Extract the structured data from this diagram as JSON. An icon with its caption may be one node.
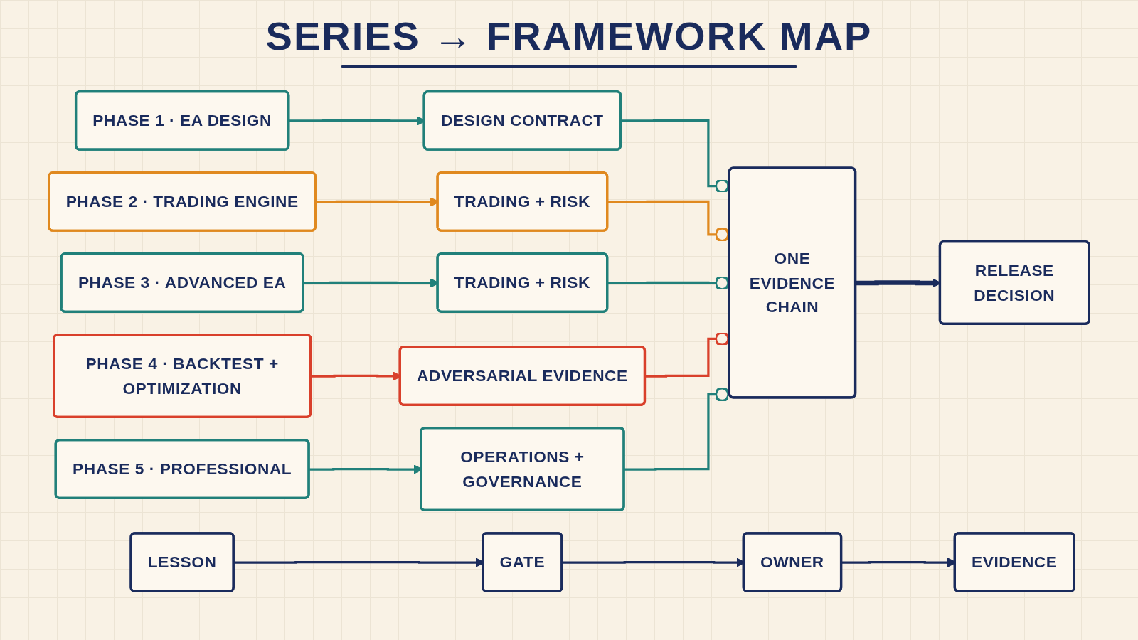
{
  "diagram": {
    "title": "SERIES → FRAMEWORK MAP",
    "nodes": [
      {
        "text": [
          "PHASE 1 · EA DESIGN"
        ]
      },
      {
        "text": [
          "DESIGN CONTRACT"
        ]
      },
      {
        "text": [
          "PHASE 2 · TRADING ENGINE"
        ]
      },
      {
        "text": [
          "TRADING + RISK"
        ]
      },
      {
        "text": [
          "PHASE 3 · ADVANCED EA"
        ]
      },
      {
        "text": [
          "TRADING + RISK"
        ]
      },
      {
        "text": [
          "PHASE 4 · BACKTEST + OPTIMIZATION"
        ]
      },
      {
        "text": [
          "ADVERSARIAL EVIDENCE"
        ]
      },
      {
        "text": [
          "PHASE 5 · PROFESSIONAL"
        ]
      },
      {
        "text": [
          "OPERATIONS + GOVERNANCE"
        ]
      },
      {
        "text": [
          "ONE EVIDENCE CHAIN"
        ]
      },
      {
        "text": [
          "RELEASE DECISION"
        ]
      },
      {
        "text": [
          "LESSON"
        ]
      },
      {
        "text": [
          "GATE"
        ]
      },
      {
        "text": [
          "OWNER"
        ]
      },
      {
        "text": [
          "EVIDENCE"
        ]
      }
    ],
    "edges": [
      {
        "from": 0,
        "to": 1,
        "arrow": "to"
      },
      {
        "from": 2,
        "to": 3,
        "arrow": "to",
        "color": "#e0891f"
      },
      {
        "from": 4,
        "to": 5,
        "arrow": "to"
      },
      {
        "from": 6,
        "to": 7,
        "arrow": "to",
        "color": "#d9402b"
      },
      {
        "from": 8,
        "to": 9,
        "arrow": "to"
      },
      {
        "from": 1,
        "to": 10,
        "arrow": "other"
      },
      {
        "from": 3,
        "to": 10,
        "arrow": "other",
        "color": "#e0891f"
      },
      {
        "from": 5,
        "to": 10,
        "arrow": "other"
      },
      {
        "from": 7,
        "to": 10,
        "arrow": "other",
        "color": "#d9402b"
      },
      {
        "from": 9,
        "to": 10,
        "arrow": "other"
      },
      {
        "from": 10,
        "to": 11,
        "arrow": "to",
        "style": "thick",
        "color": "#1a2b5c"
      },
      {
        "from": 12,
        "to": 13,
        "arrow": "to",
        "color": "#1a2b5c"
      },
      {
        "from": 13,
        "to": 14,
        "arrow": "to",
        "color": "#1a2b5c"
      },
      {
        "from": 14,
        "to": 15,
        "arrow": "to",
        "color": "#1a2b5c"
      }
    ]
  }
}
